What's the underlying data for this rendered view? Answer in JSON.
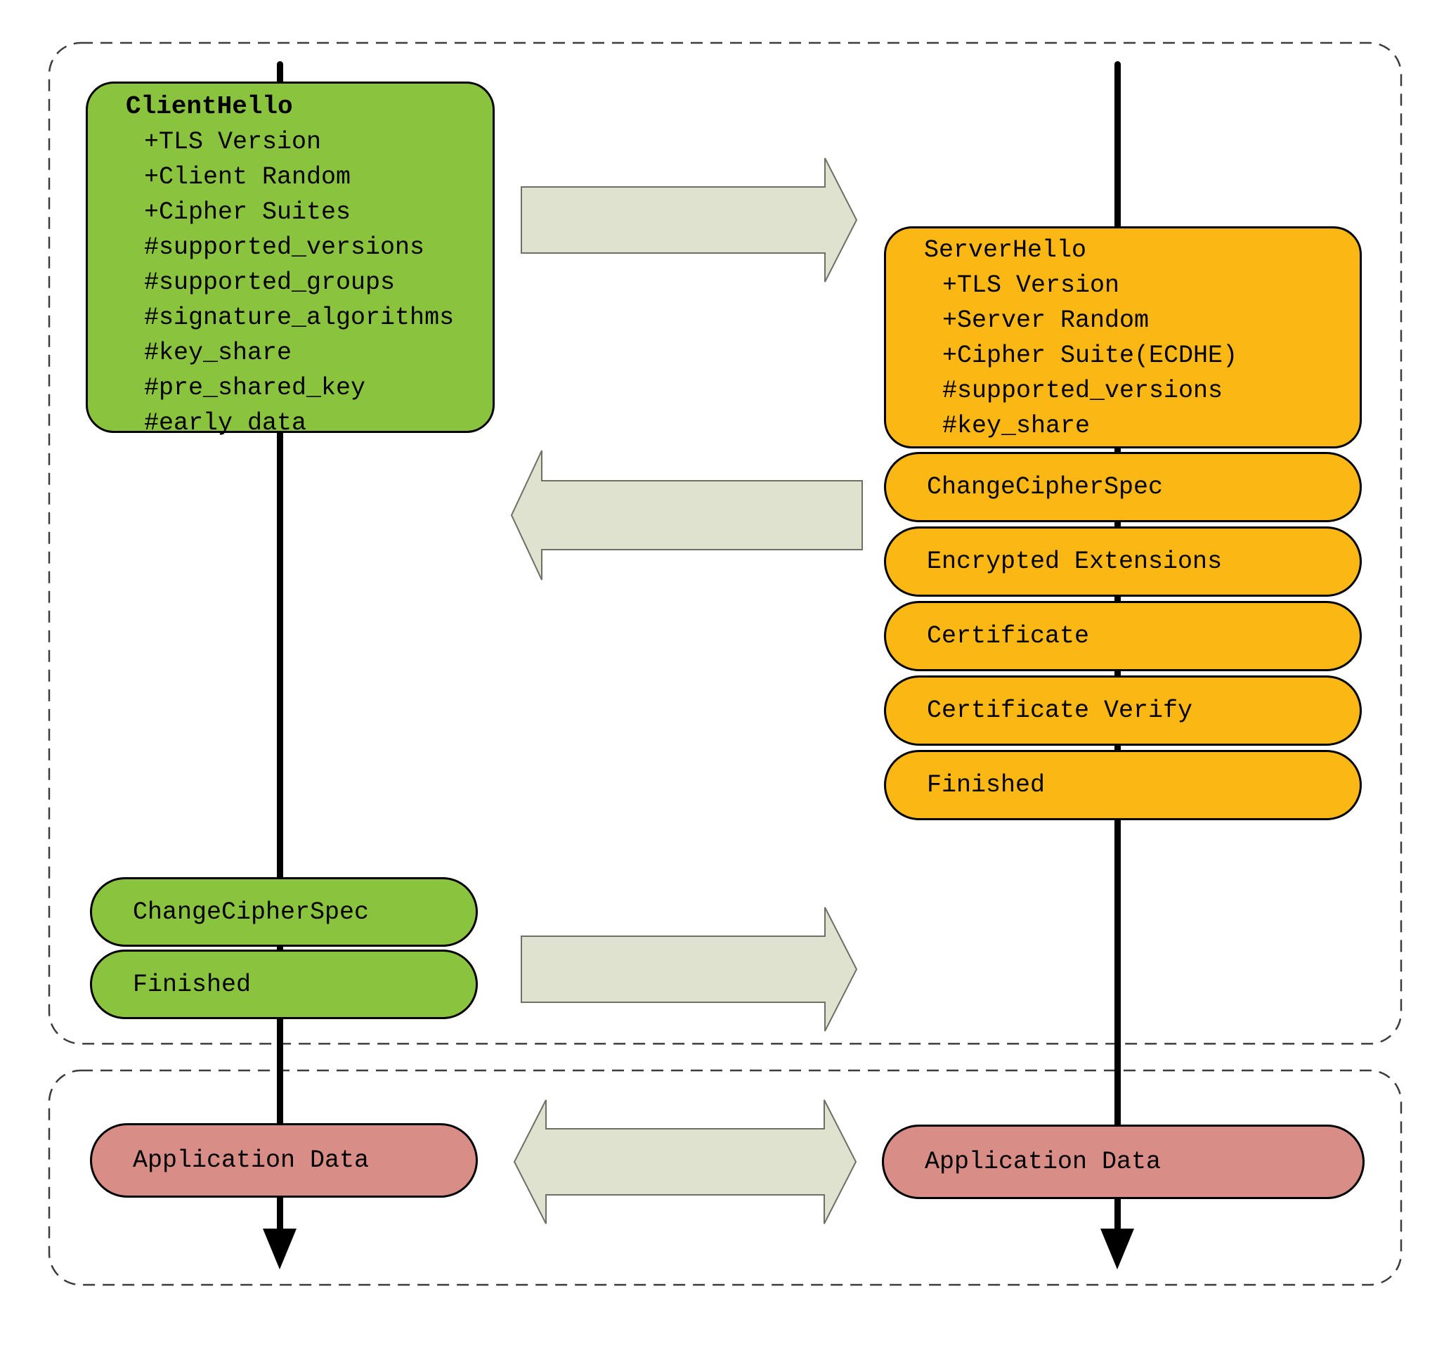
{
  "diagram": {
    "client_flight": {
      "hello_title": "ClientHello",
      "hello_items": [
        "+TLS Version",
        "+Client Random",
        "+Cipher Suites",
        "#supported_versions",
        "#supported_groups",
        "#signature_algorithms",
        "#key_share",
        "#pre_shared_key",
        "#early_data"
      ],
      "messages": [
        "ChangeCipherSpec",
        "Finished"
      ],
      "app_data": "Application Data"
    },
    "server_flight": {
      "hello_title": "ServerHello",
      "hello_items": [
        "+TLS Version",
        "+Server Random",
        "+Cipher Suite(ECDHE)",
        "#supported_versions",
        "#key_share"
      ],
      "messages": [
        "ChangeCipherSpec",
        "Encrypted Extensions",
        "Certificate",
        "Certificate Verify",
        "Finished"
      ],
      "app_data": "Application Data"
    },
    "colors": {
      "client_green": "#8AC43E",
      "server_orange": "#FBB713",
      "app_pink": "#D88E86",
      "arrow_fill": "#DEE2CE",
      "arrow_border": "#6F6F66",
      "timeline": "#000000",
      "dashed_border": "#3C3C3C"
    }
  }
}
